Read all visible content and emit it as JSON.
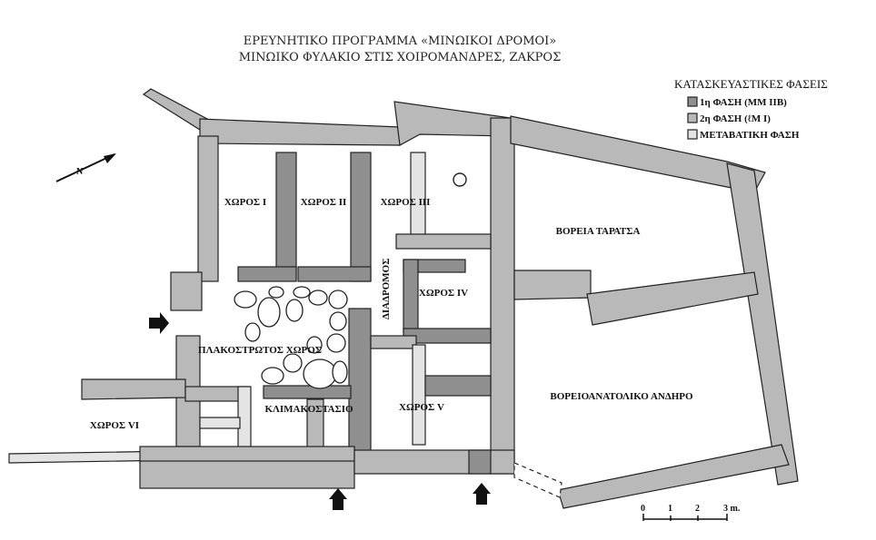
{
  "title": {
    "line1": "ΕΡΕΥΝΗΤΙΚΟ ΠΡΟΓΡΑΜΜΑ «ΜΙΝΩΙΚΟΙ ΔΡΟΜΟΙ»",
    "line2": "ΜΙΝΩΙΚΟ ΦΥΛΑΚΙΟ ΣΤΙΣ ΧΟΙΡΟΜΑΝΔΡΕΣ, ΖΑΚΡΟΣ"
  },
  "legend": {
    "heading": "ΚΑΤΑΣΚΕΥΑΣΤΙΚΕΣ ΦΑΣΕΙΣ",
    "items": [
      {
        "label": "1η ΦΑΣΗ (ΜΜ ΙΙΒ)",
        "color": "#8f8f8f"
      },
      {
        "label": "2η ΦΑΣΗ (ℓΜ Ι)",
        "color": "#b9b9b9"
      },
      {
        "label": "ΜΕΤΑΒΑΤΙΚΗ ΦΑΣΗ",
        "color": "#e4e4e4"
      }
    ]
  },
  "rooms": {
    "room1": "ΧΩΡΟΣ Ι",
    "room2": "ΧΩΡΟΣ ΙΙ",
    "room3": "ΧΩΡΟΣ ΙΙΙ",
    "room4": "ΧΩΡΟΣ ΙV",
    "room5": "ΧΩΡΟΣ V",
    "room6": "ΧΩΡΟΣ VI",
    "corridor": "ΔΙΑΔΡΟΜΟΣ",
    "paved": "ΠΛΑΚΟΣΤΡΩΤΟΣ ΧΩΡΟΣ",
    "stairs": "ΚΛΙΜΑΚΟΣΤΑΣΙΟ",
    "north_terrace": "ΒΟΡΕΙΑ ΤΑΡΑΤΣΑ",
    "ne_court": "ΒΟΡΕΙΟΑΝΑΤΟΛΙΚΟ ΑΝΔΗΡΟ"
  },
  "scale": {
    "ticks": [
      "0",
      "1",
      "2",
      "3 m."
    ]
  },
  "north_arrow": {
    "label": "N"
  }
}
